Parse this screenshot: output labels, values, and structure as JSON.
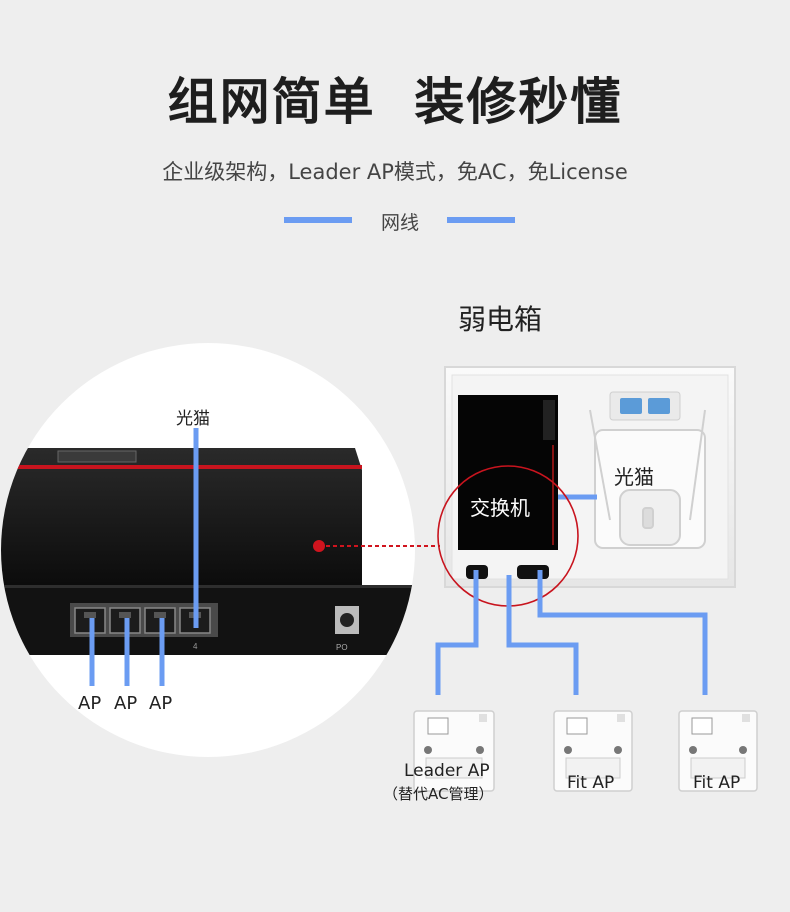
{
  "header": {
    "title": "组网简单  装修秒懂",
    "subtitle": "企业级架构，Leader AP模式，免AC，免License"
  },
  "legend": {
    "label": "网线",
    "color": "#6b9cf2"
  },
  "box": {
    "title": "弱电箱",
    "switch_label": "交换机",
    "modem_label": "光猫"
  },
  "zoom": {
    "modem_label": "光猫",
    "port_labels": [
      "AP",
      "AP",
      "AP"
    ],
    "power_label": "PO"
  },
  "aps": [
    {
      "label": "Leader AP",
      "sublabel": "（替代AC管理）"
    },
    {
      "label": "Fit AP"
    },
    {
      "label": "Fit AP"
    }
  ],
  "colors": {
    "cable": "#6b9cf2",
    "accent_red": "#c8141e",
    "switch_body": "#141414"
  }
}
